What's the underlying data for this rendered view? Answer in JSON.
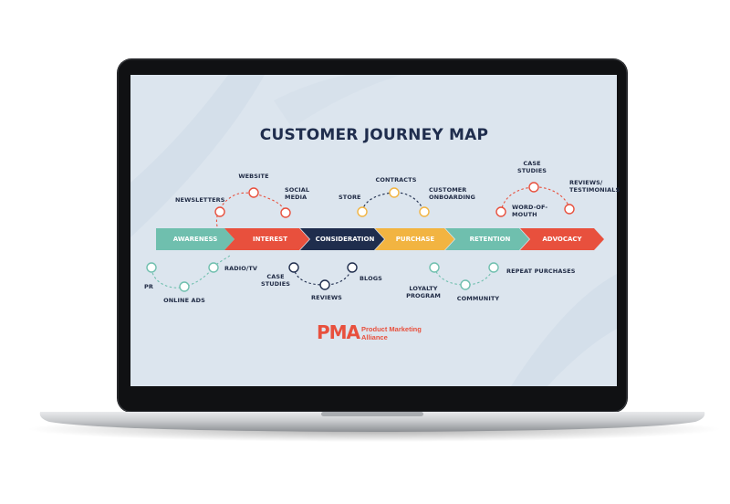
{
  "title": "CUSTOMER JOURNEY MAP",
  "brand": {
    "mark": "PMA",
    "name": "Product Marketing\nAlliance"
  },
  "stages": [
    {
      "label": "AWARENESS",
      "color": "#6fbfae"
    },
    {
      "label": "INTEREST",
      "color": "#e8503d"
    },
    {
      "label": "CONSIDERATION",
      "color": "#1f2d4d"
    },
    {
      "label": "PURCHASE",
      "color": "#f2b441"
    },
    {
      "label": "RETENTION",
      "color": "#6fbfae"
    },
    {
      "label": "ADVOCACY",
      "color": "#e8503d"
    }
  ],
  "touchpoints": {
    "awareness": [
      "PR",
      "ONLINE ADS",
      "RADIO/TV"
    ],
    "interest": [
      "NEWSLETTERS",
      "WEBSITE",
      "SOCIAL\nMEDIA"
    ],
    "consideration": [
      "CASE\nSTUDIES",
      "REVIEWS",
      "BLOGS"
    ],
    "purchase": [
      "STORE",
      "CONTRACTS",
      "CUSTOMER\nONBOARDING"
    ],
    "retention": [
      "LOYALTY\nPROGRAM",
      "COMMUNITY",
      "REPEAT PURCHASES"
    ],
    "advocacy": [
      "WORD-OF-\nMOUTH",
      "CASE\nSTUDIES",
      "REVIEWS/\nTESTIMONIALS"
    ]
  }
}
